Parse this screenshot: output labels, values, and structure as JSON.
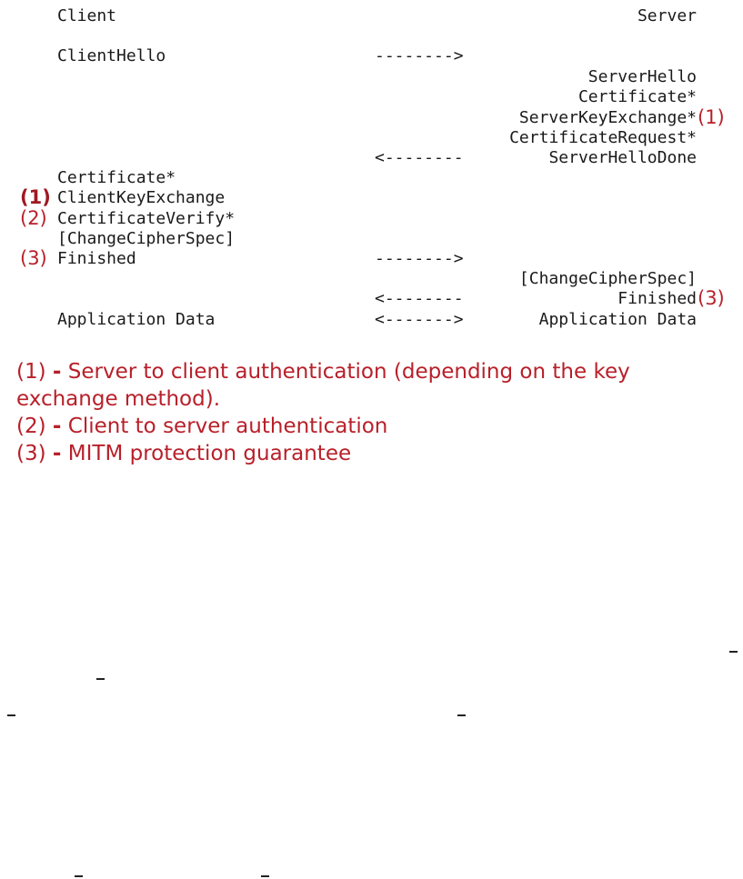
{
  "header": {
    "client": "Client",
    "server": "Server"
  },
  "messages": {
    "client_hello": "ClientHello",
    "arrow_right_1": "-------->",
    "server_hello": "ServerHello",
    "server_certificate": "Certificate*",
    "server_key_exchange": "ServerKeyExchange*",
    "certificate_request": "CertificateRequest*",
    "arrow_left_1": "<--------",
    "server_hello_done": "ServerHelloDone",
    "client_certificate": "Certificate*",
    "client_key_exchange": "ClientKeyExchange",
    "certificate_verify": "CertificateVerify*",
    "client_change_cipher_spec": "[ChangeCipherSpec]",
    "client_finished": "Finished",
    "arrow_right_2": "-------->",
    "server_change_cipher_spec": "[ChangeCipherSpec]",
    "arrow_left_2": "<--------",
    "server_finished": "Finished",
    "client_app_data": "Application Data",
    "arrow_both": "<------->",
    "server_app_data": "Application Data"
  },
  "markers": {
    "server_key_exchange": "(1)",
    "client_key_exchange": "(1)",
    "certificate_verify": "(2)",
    "client_finished": "(3)",
    "server_finished": "(3)"
  },
  "legend": {
    "item1_marker": "(1)",
    "item1_dash": "-",
    "item1_text_line1": "Server to client authentication (depending on the key",
    "item1_text_line2": "exchange method).",
    "item2_marker": "(2)",
    "item2_dash": "-",
    "item2_text": "Client to server authentication",
    "item3_marker": "(3)",
    "item3_dash": "-",
    "item3_text": "MITM protection guarantee"
  },
  "colors": {
    "text": "#1a1a1a",
    "marker_red": "#b8202a",
    "background": "#ffffff"
  }
}
